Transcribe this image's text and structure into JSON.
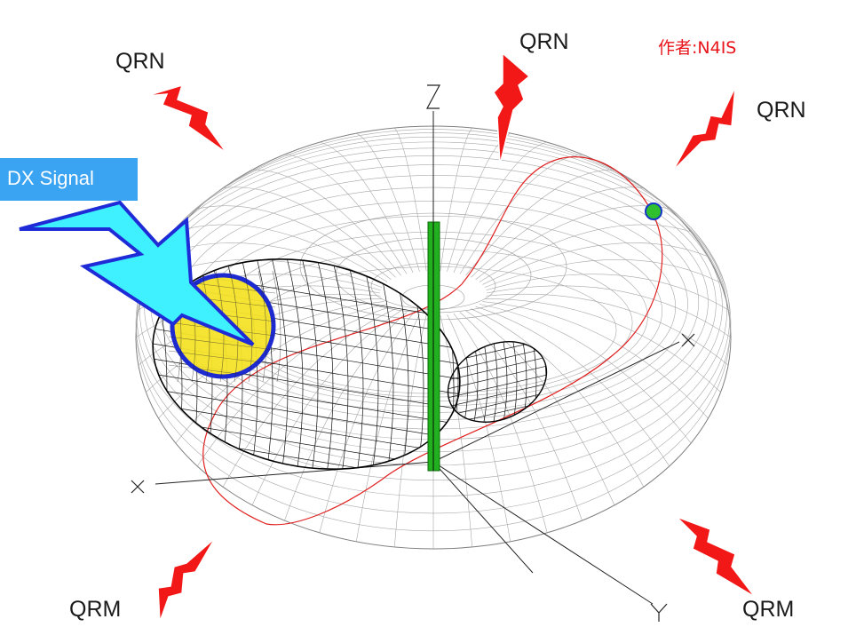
{
  "author": "作者:N4IS",
  "dx_signal_label": "DX Signal",
  "noise_labels": {
    "qrn_top_left": "QRN",
    "qrn_top_center": "QRN",
    "qrn_top_right": "QRN",
    "qrm_bottom_left": "QRM",
    "qrm_bottom_right": "QRM"
  },
  "axes": {
    "z": "Z",
    "x": "X",
    "y": "Y"
  },
  "colors": {
    "lightning_red": "#f21818",
    "dx_bolt_fill": "#3ff0ff",
    "dx_bolt_stroke": "#1e2bd6",
    "target_fill": "#f5e32a",
    "target_ring": "#1d2ad0",
    "antenna_green": "#22b11e",
    "dx_box": "#3aa3f2",
    "author_red": "#e8151b",
    "trace_red": "#e02020"
  }
}
